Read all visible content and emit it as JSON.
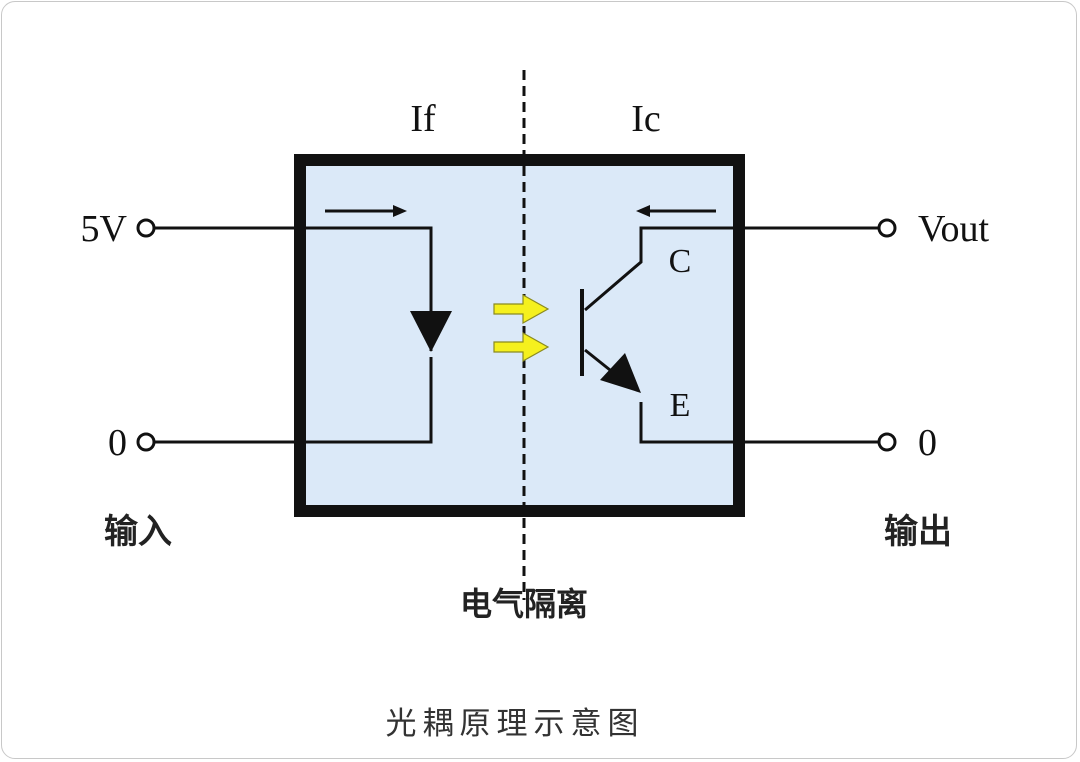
{
  "labels": {
    "if_label": "If",
    "ic_label": "Ic",
    "input_voltage": "5V",
    "input_ground": "0",
    "output_voltage": "Vout",
    "output_ground": "0",
    "collector": "C",
    "emitter": "E",
    "input_caption": "输入",
    "output_caption": "输出",
    "isolation": "电气隔离"
  },
  "caption": "光耦原理示意图",
  "colors": {
    "box_fill": "#dbe9f8",
    "light_arrow": "#f5f01e",
    "line": "#111111"
  }
}
